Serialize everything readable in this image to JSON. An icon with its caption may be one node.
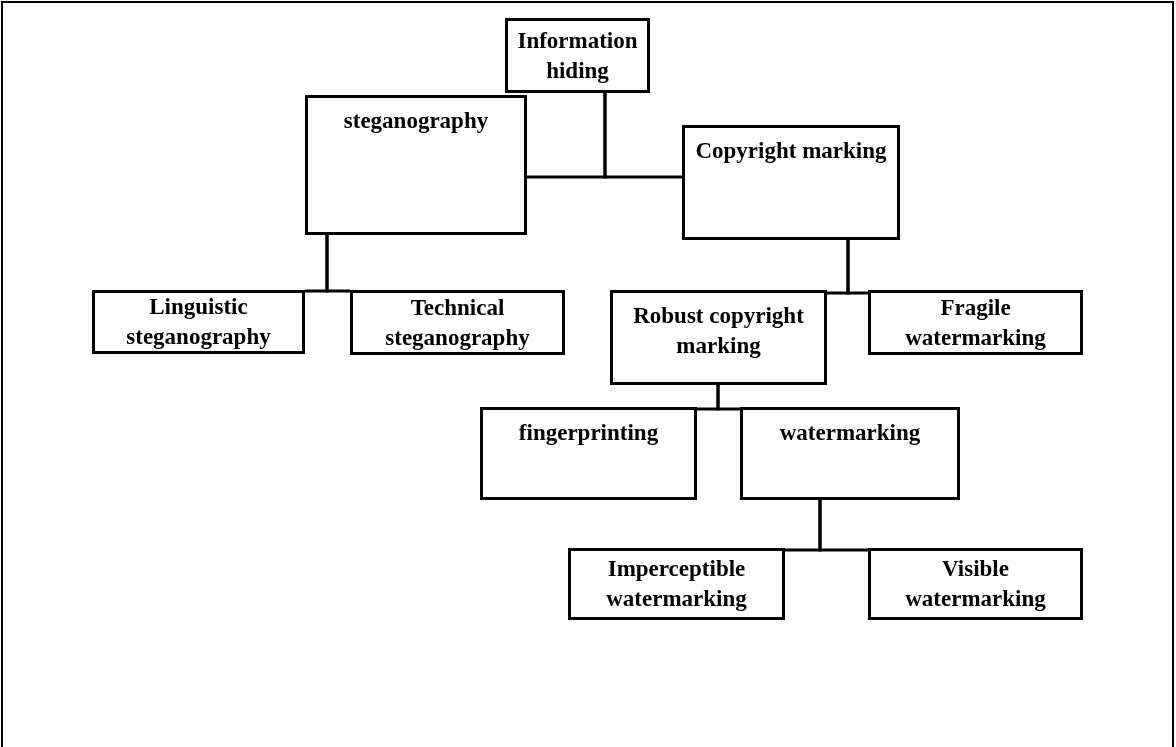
{
  "diagram": {
    "nodes": [
      {
        "text": [
          "Information hiding"
        ]
      },
      {
        "text": [
          "steganography"
        ]
      },
      {
        "text": [
          "Copyright marking"
        ]
      },
      {
        "text": [
          "Linguistic steganography"
        ]
      },
      {
        "text": [
          "Technical steganography"
        ]
      },
      {
        "text": [
          "Robust copyright marking"
        ]
      },
      {
        "text": [
          "Fragile watermarking"
        ]
      },
      {
        "text": [
          "fingerprinting"
        ]
      },
      {
        "text": [
          "watermarking"
        ]
      },
      {
        "text": [
          "Imperceptible watermarking"
        ]
      },
      {
        "text": [
          "Visible watermarking"
        ]
      }
    ],
    "edges": [
      {
        "from": 0,
        "to": 1,
        "arrow": "none"
      },
      {
        "from": 0,
        "to": 2,
        "arrow": "none"
      },
      {
        "from": 1,
        "to": 3,
        "arrow": "none"
      },
      {
        "from": 1,
        "to": 4,
        "arrow": "none"
      },
      {
        "from": 2,
        "to": 5,
        "arrow": "none"
      },
      {
        "from": 2,
        "to": 6,
        "arrow": "none"
      },
      {
        "from": 5,
        "to": 7,
        "arrow": "none"
      },
      {
        "from": 5,
        "to": 8,
        "arrow": "none"
      },
      {
        "from": 8,
        "to": 9,
        "arrow": "none"
      },
      {
        "from": 8,
        "to": 10,
        "arrow": "none"
      }
    ]
  }
}
